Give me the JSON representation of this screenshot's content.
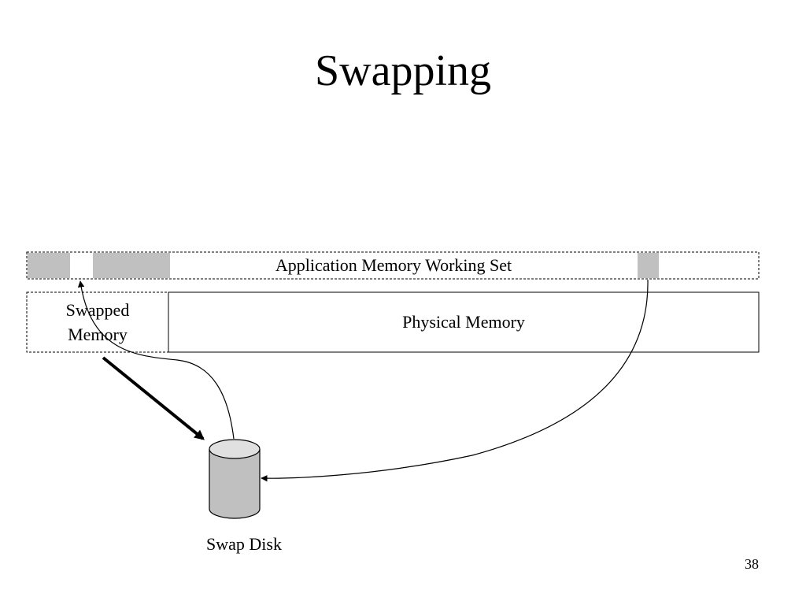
{
  "slide": {
    "title": "Swapping",
    "page_number": "38"
  },
  "diagram": {
    "working_set_label": "Application Memory Working Set",
    "swapped_memory_label": "Swapped\nMemory",
    "physical_memory_label": "Physical Memory",
    "swap_disk_label": "Swap Disk"
  },
  "colors": {
    "page_block": "#c0c0c0",
    "disk_body": "#c0c0c0",
    "disk_top": "#e0e0e0",
    "line": "#000000"
  }
}
